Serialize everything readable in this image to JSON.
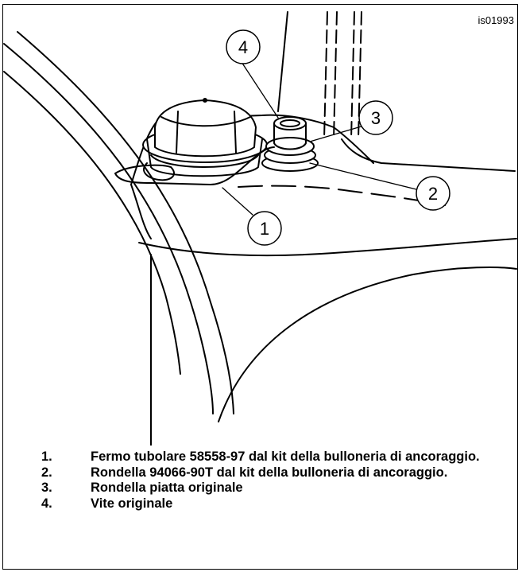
{
  "figure_id": "is01993",
  "callouts": [
    "1",
    "2",
    "3",
    "4"
  ],
  "legend": [
    {
      "num": "1.",
      "text": "Fermo tubolare 58558-97 dal kit della bulloneria di ancoraggio."
    },
    {
      "num": "2.",
      "text": "Rondella 94066-90T dal kit della bulloneria di ancoraggio."
    },
    {
      "num": "3.",
      "text": "Rondella piatta originale"
    },
    {
      "num": "4.",
      "text": "Vite originale"
    }
  ]
}
